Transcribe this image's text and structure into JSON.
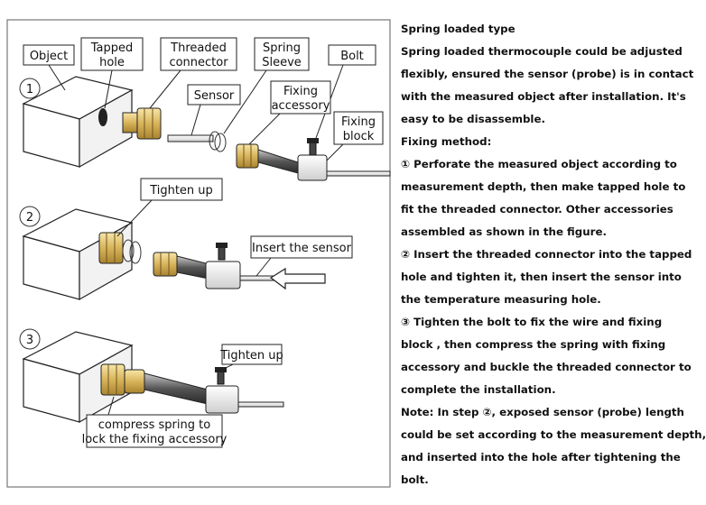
{
  "diagram": {
    "labels": {
      "object": "Object",
      "tapped_hole": [
        "Tapped",
        "hole"
      ],
      "threaded_connector": [
        "Threaded",
        "connector"
      ],
      "spring_sleeve": [
        "Spring",
        "Sleeve"
      ],
      "bolt": "Bolt",
      "sensor": "Sensor",
      "fixing_accessory": [
        "Fixing",
        "accessory"
      ],
      "fixing_block": [
        "Fixing",
        "block"
      ],
      "tighten_up_1": "Tighten up",
      "insert_the_sensor": "Insert the sensor",
      "tighten_up_2": "Tighten up",
      "compress_spring": [
        "compress spring to",
        "lock the fixing accessory"
      ]
    },
    "steps": [
      "1",
      "2",
      "3"
    ]
  },
  "notes": {
    "lines": [
      "Spring loaded type",
      "Spring loaded thermocouple could be adjusted",
      "flexibly, ensured the sensor (probe) is in contact",
      "with the measured object after installation. It's",
      "easy to be disassemble.",
      "Fixing method:",
      "① Perforate the measured object according to",
      "measurement depth, then make tapped hole to",
      "fit the threaded connector. Other accessories",
      "assembled as shown in the figure.",
      "② Insert the threaded connector into the tapped",
      "hole and tighten it, then insert the sensor  into",
      "the temperature measuring hole.",
      "③ Tighten the bolt to fix the wire and fixing",
      "block , then compress the spring with fixing",
      "accessory and buckle the threaded connector to",
      "complete the installation.",
      "Note: In step ②, exposed sensor (probe) length",
      "could be set according to the measurement depth,",
      "and inserted into the hole after tightening the",
      "bolt."
    ]
  }
}
